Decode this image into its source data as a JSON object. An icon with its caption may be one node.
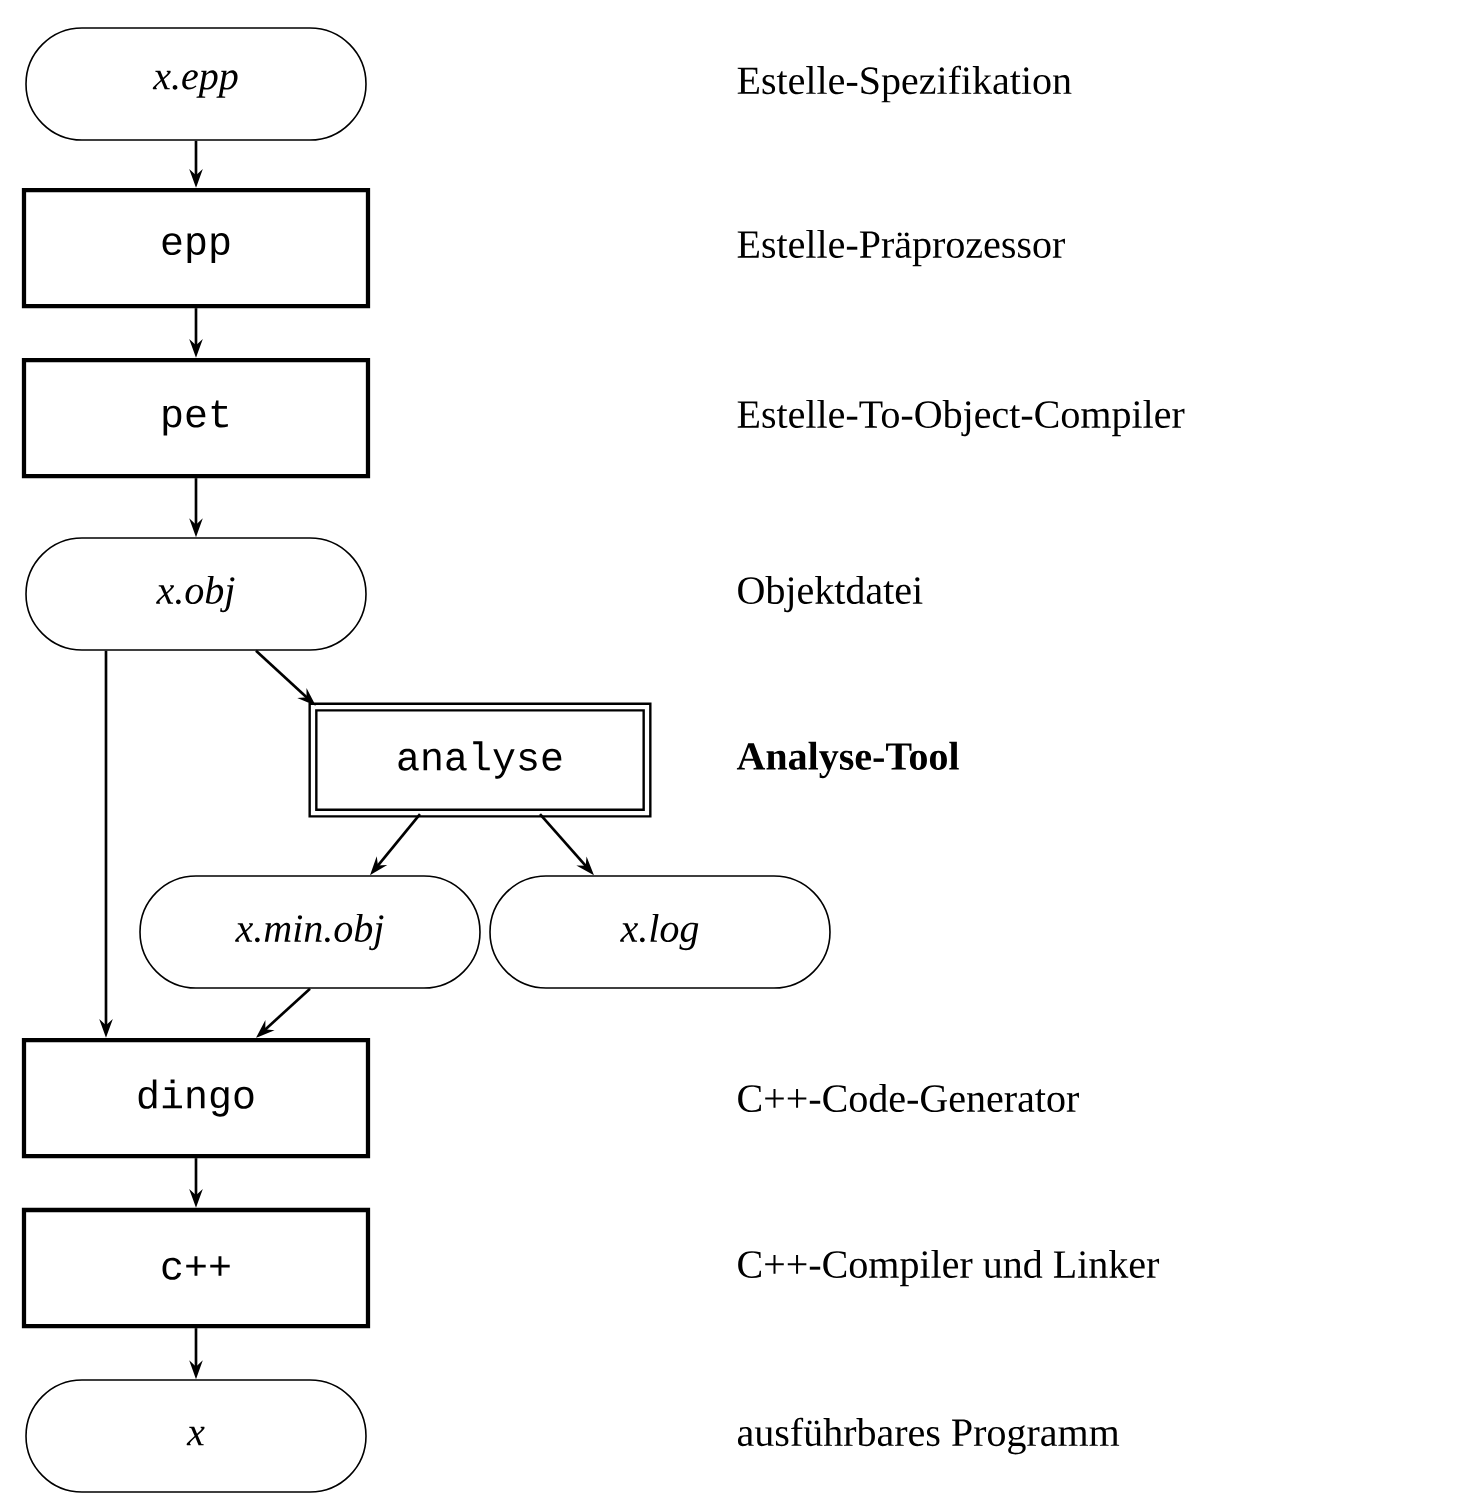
{
  "diagram": {
    "nodes": [
      {
        "text": [
          "x.epp"
        ]
      },
      {
        "text": [
          "epp"
        ]
      },
      {
        "text": [
          "pet"
        ]
      },
      {
        "text": [
          "x.obj"
        ]
      },
      {
        "text": [
          "analyse"
        ]
      },
      {
        "text": [
          "x.min.obj"
        ]
      },
      {
        "text": [
          "x.log"
        ]
      },
      {
        "text": [
          "dingo"
        ]
      },
      {
        "text": [
          "c++"
        ]
      },
      {
        "text": [
          "x"
        ]
      }
    ],
    "edges": [
      {
        "from": 0,
        "to": 1,
        "arrow": "to"
      },
      {
        "from": 1,
        "to": 2,
        "arrow": "to"
      },
      {
        "from": 2,
        "to": 3,
        "arrow": "to"
      },
      {
        "from": 3,
        "to": 7,
        "arrow": "to"
      },
      {
        "from": 3,
        "to": 4,
        "arrow": "to"
      },
      {
        "from": 4,
        "to": 5,
        "arrow": "to"
      },
      {
        "from": 4,
        "to": 6,
        "arrow": "to"
      },
      {
        "from": 5,
        "to": 7,
        "arrow": "to"
      },
      {
        "from": 7,
        "to": 8,
        "arrow": "to"
      },
      {
        "from": 8,
        "to": 9,
        "arrow": "to"
      }
    ],
    "labels": [
      "Estelle-Spezifikation",
      "Estelle-Präprozessor",
      "Estelle-To-Object-Compiler",
      "Objektdatei",
      "Analyse-Tool",
      "C++-Code-Generator",
      "C++-Compiler und Linker",
      "ausführbares Programm"
    ]
  }
}
